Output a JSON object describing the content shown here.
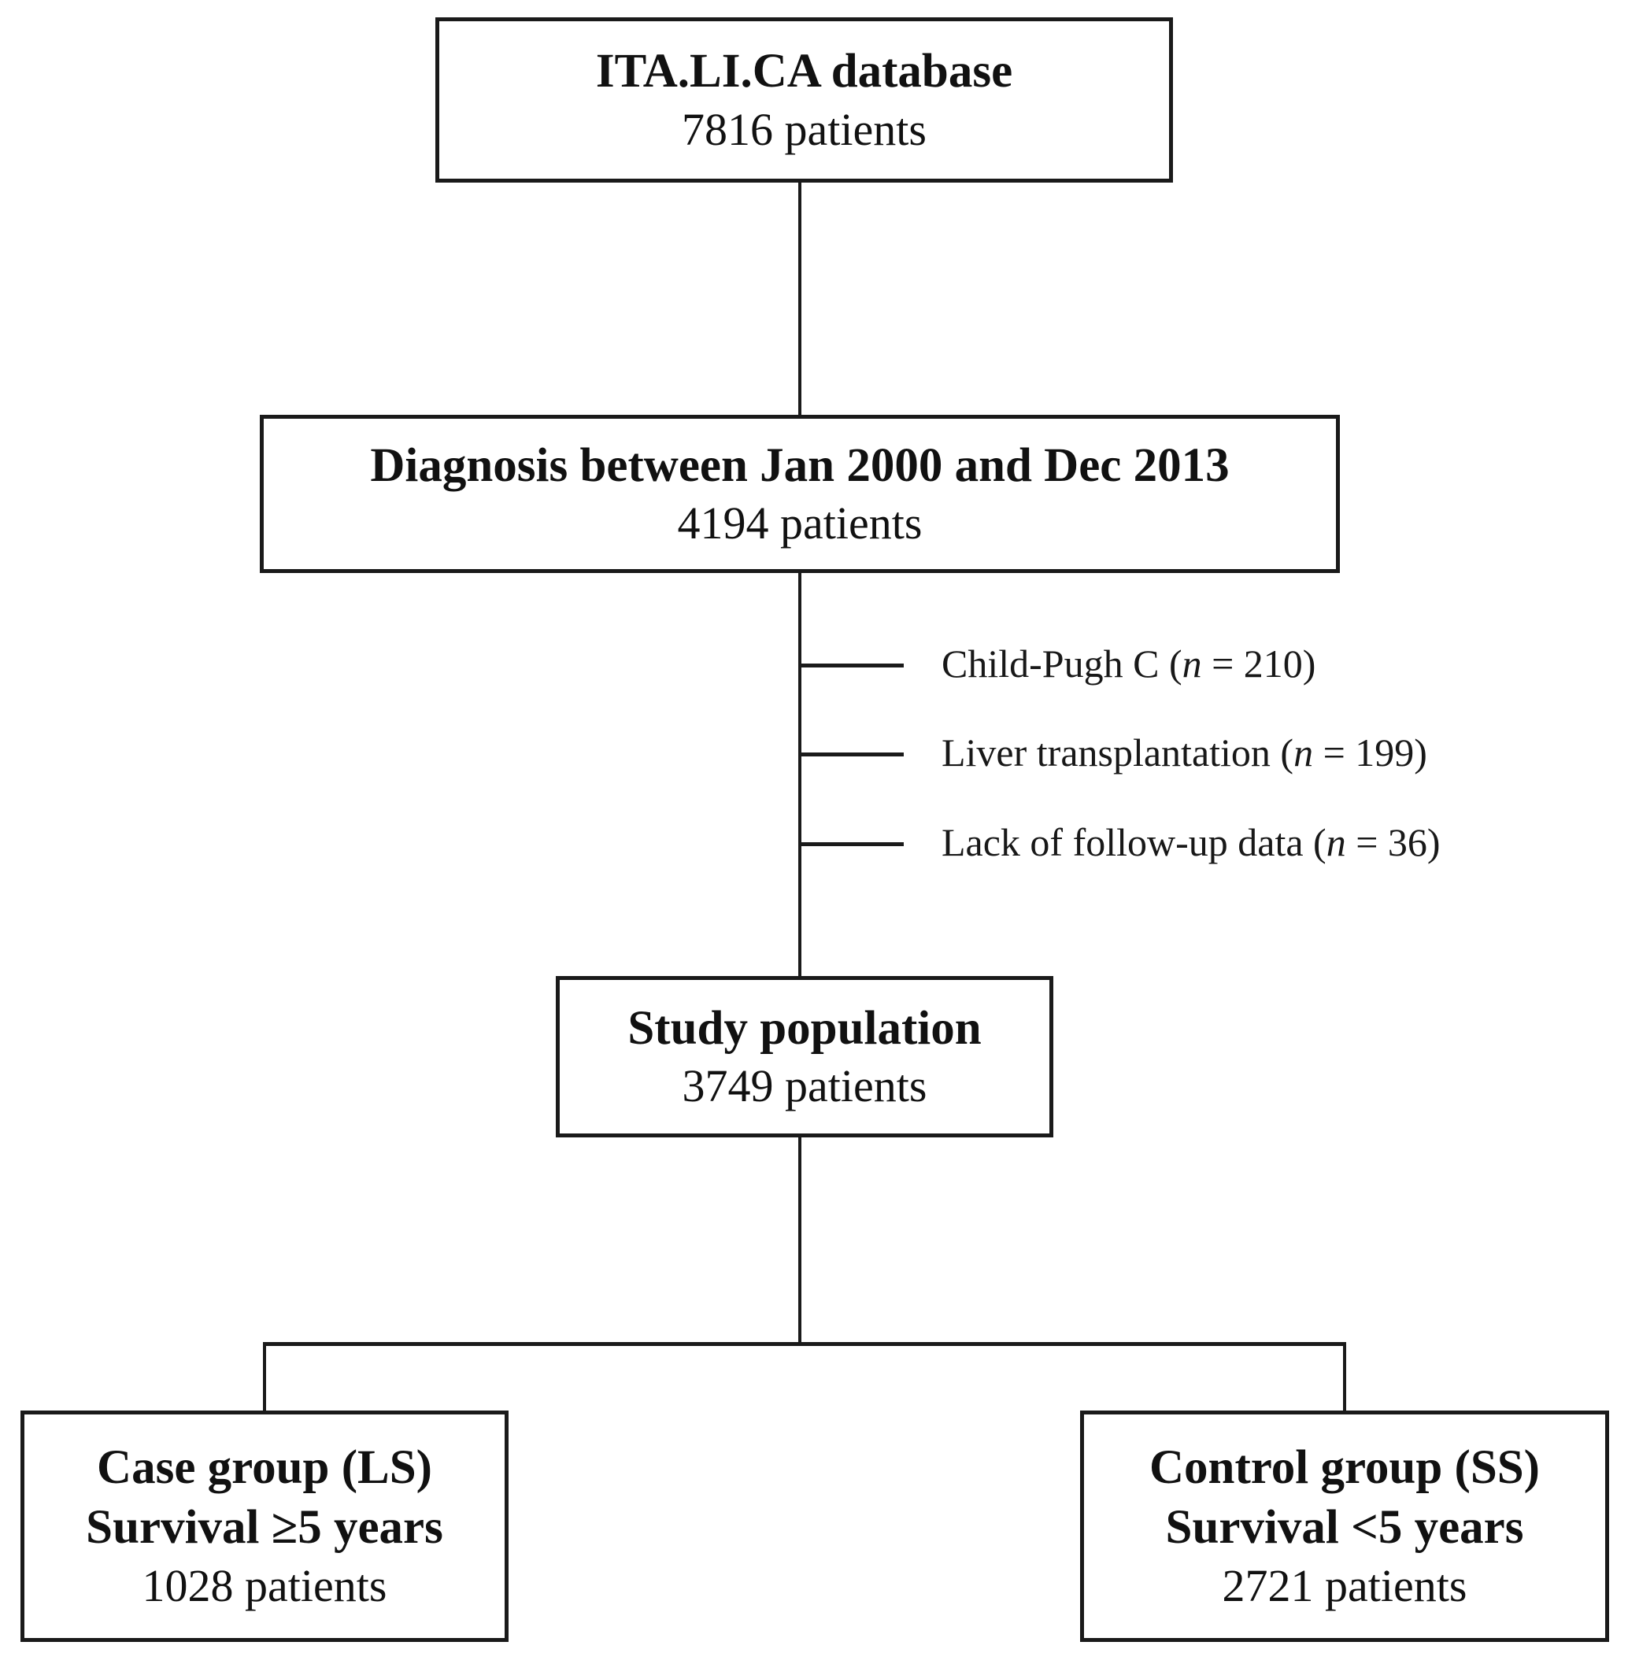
{
  "flowchart": {
    "database": {
      "title": "ITA.LI.CA database",
      "count": "7816 patients"
    },
    "diagnosis": {
      "title": "Diagnosis between Jan 2000 and Dec 2013",
      "count": "4194 patients"
    },
    "exclusions": [
      {
        "prefix": "Child-Pugh C (",
        "n": "n",
        "eq": " = ",
        "value": "210)"
      },
      {
        "prefix": "Liver transplantation (",
        "n": "n",
        "eq": " = ",
        "value": "199)"
      },
      {
        "prefix": "Lack of follow-up data (",
        "n": "n",
        "eq": " = ",
        "value": "36)"
      }
    ],
    "study": {
      "title": "Study population",
      "count": "3749 patients"
    },
    "case_group": {
      "line1": "Case group (LS)",
      "line2": "Survival ≥5 years",
      "count": "1028 patients"
    },
    "control_group": {
      "line1": "Control group (SS)",
      "line2": "Survival <5 years",
      "count": "2721 patients"
    },
    "colors": {
      "line": "#1a1a1a",
      "background": "#ffffff",
      "text": "#111111"
    }
  }
}
